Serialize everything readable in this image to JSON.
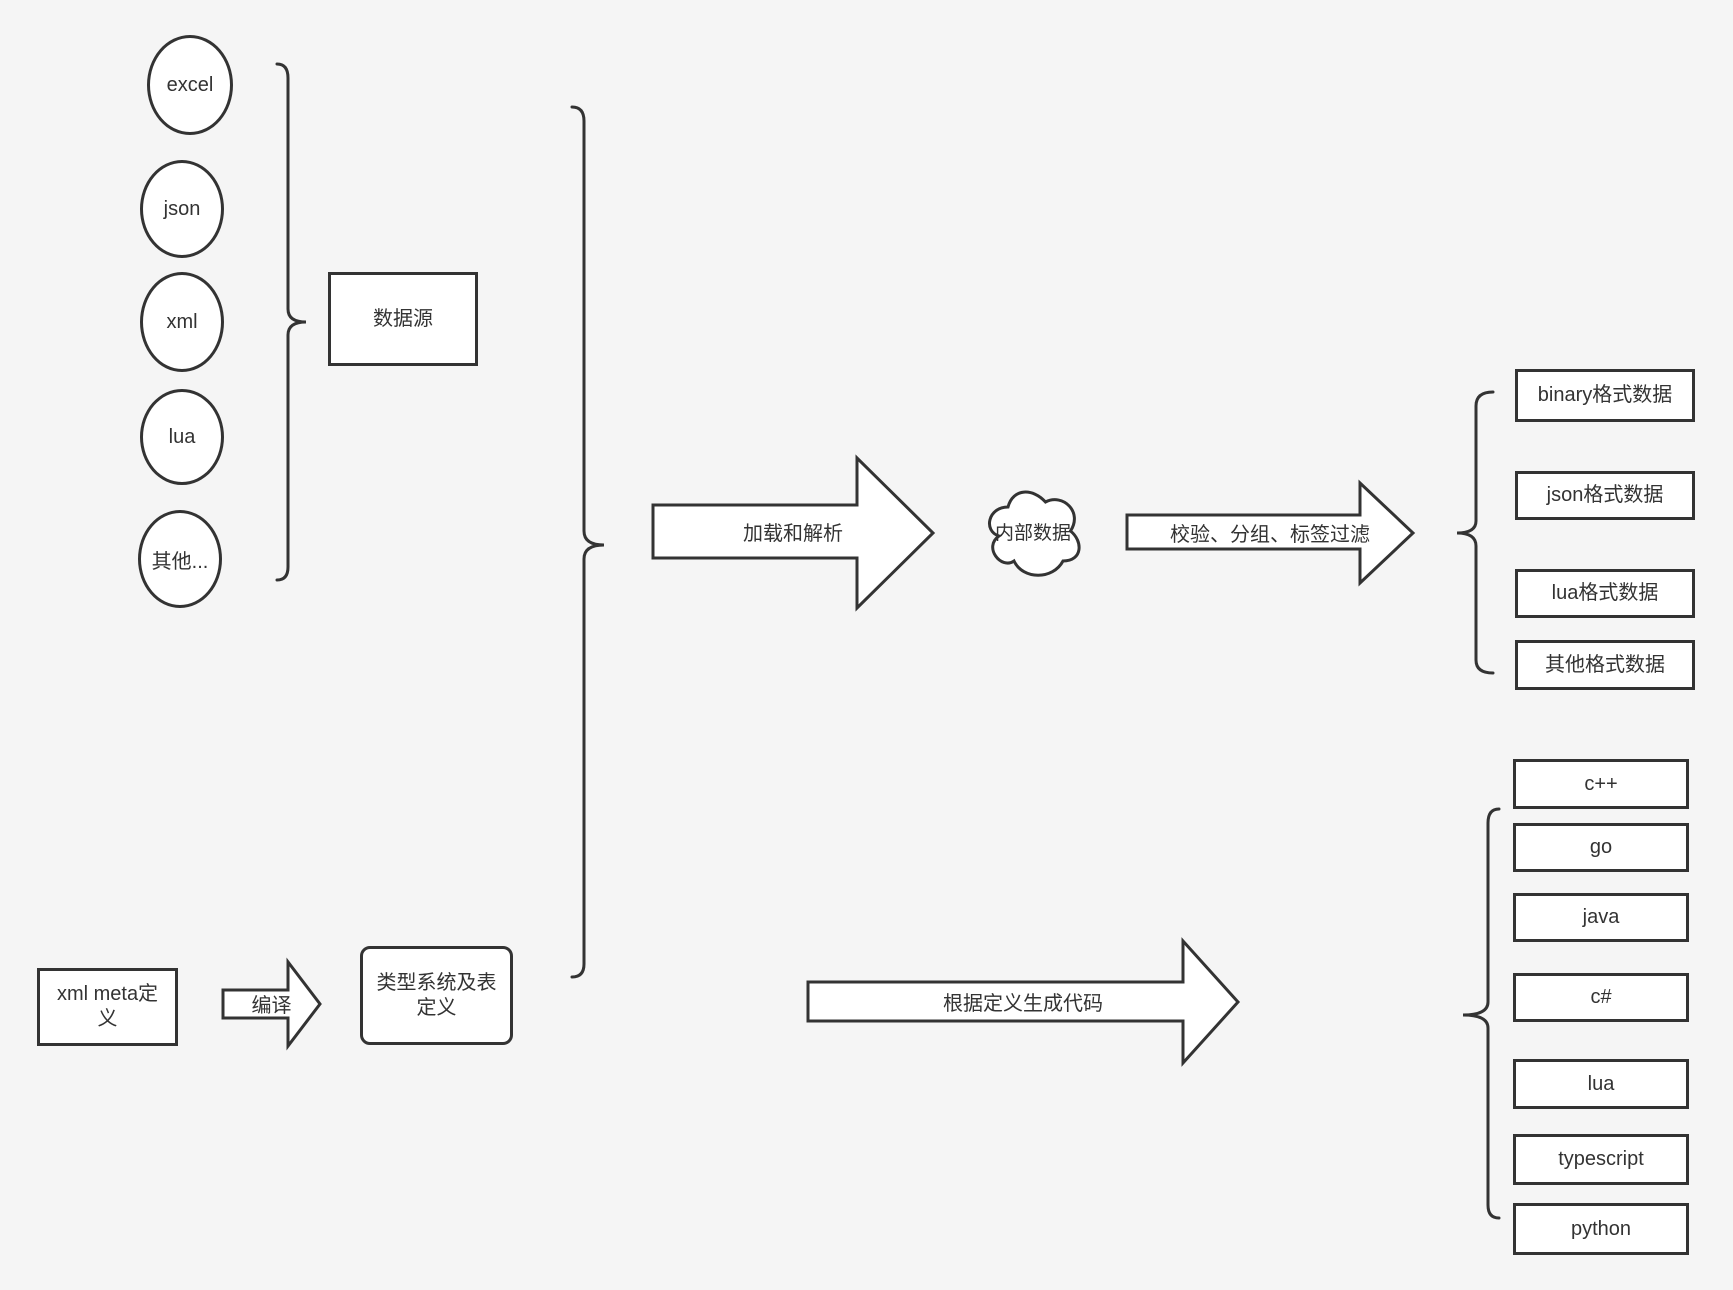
{
  "canvas": {
    "background": "#f5f5f5",
    "stroke_color": "#333333",
    "shape_fill": "#ffffff",
    "text_color": "#333333"
  },
  "sources": {
    "group_label": "数据源",
    "items": [
      "excel",
      "json",
      "xml",
      "lua",
      "其他..."
    ]
  },
  "pipeline": {
    "load_parse_label": "加载和解析",
    "internal_data_label": "内部数据",
    "filter_label": "校验、分组、标签过滤"
  },
  "definitions": {
    "xml_meta_label": "xml meta定义",
    "compile_label": "编译",
    "type_system_label": "类型系统及表定义",
    "generate_code_label": "根据定义生成代码"
  },
  "outputs": {
    "formats": [
      "binary格式数据",
      "json格式数据",
      "lua格式数据",
      "其他格式数据"
    ],
    "languages": [
      "c++",
      "go",
      "java",
      "c#",
      "lua",
      "typescript",
      "python"
    ]
  }
}
